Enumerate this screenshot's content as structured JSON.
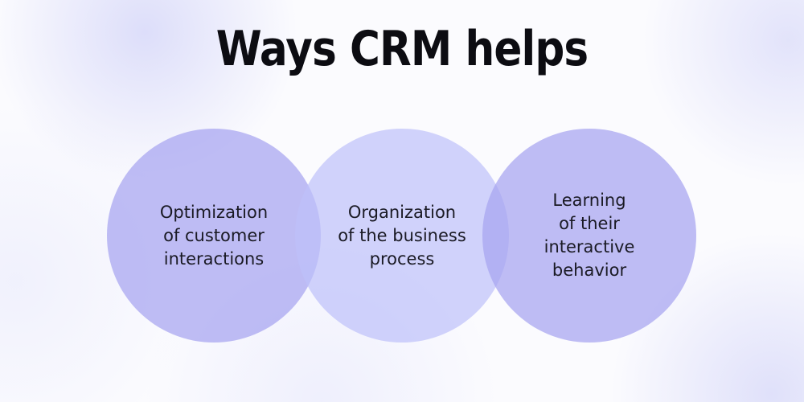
{
  "title": "Ways CRM helps",
  "circles": [
    {
      "label": "Optimization\nof customer\ninteractions"
    },
    {
      "label": "Organization\nof the business\nprocess"
    },
    {
      "label": "Learning\nof their\ninteractive\nbehavior"
    }
  ],
  "colors": {
    "circle_outer": "#a6a3f0",
    "circle_middle": "#bec0fa",
    "title": "#0c0c12",
    "background": "#fbfbfe"
  }
}
